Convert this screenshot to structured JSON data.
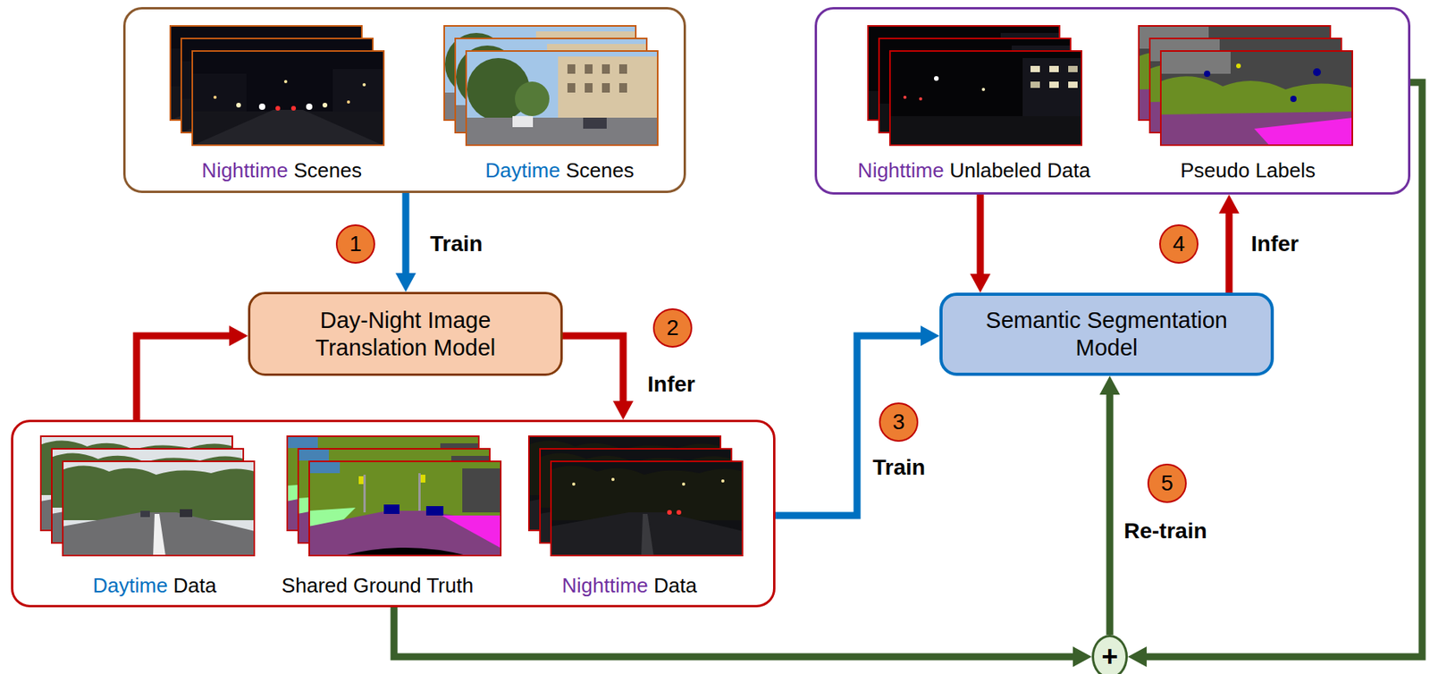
{
  "diagram": {
    "nodes": [
      {
        "text": [
          "Nighttime Scenes",
          "Daytime Scenes"
        ]
      },
      {
        "text": [
          "Day-Night Image Translation Model"
        ]
      },
      {
        "text": [
          "Daytime Data",
          "Shared Ground Truth",
          "Nighttime Data"
        ]
      },
      {
        "text": [
          "Semantic Segmentation Model"
        ]
      },
      {
        "text": [
          "Nighttime Unlabeled Data",
          "Pseudo Labels"
        ]
      },
      {
        "text": [
          "+"
        ]
      }
    ],
    "edges": [
      {
        "from": 0,
        "to": 1,
        "label": "Train",
        "arrow": "to"
      },
      {
        "from": 2,
        "to": 1,
        "arrow": "to"
      },
      {
        "from": 1,
        "to": 2,
        "label": "Infer",
        "arrow": "to"
      },
      {
        "from": 2,
        "to": 3,
        "label": "Train",
        "arrow": "to"
      },
      {
        "from": 4,
        "to": 3,
        "arrow": "to"
      },
      {
        "from": 3,
        "to": 4,
        "label": "Infer",
        "arrow": "to"
      },
      {
        "from": 2,
        "to": 5,
        "arrow": "to"
      },
      {
        "from": 4,
        "to": 5,
        "arrow": "to"
      },
      {
        "from": 5,
        "to": 3,
        "label": "Re-train",
        "arrow": "to"
      }
    ],
    "labels": [
      "1",
      "2",
      "3",
      "4",
      "5"
    ]
  }
}
